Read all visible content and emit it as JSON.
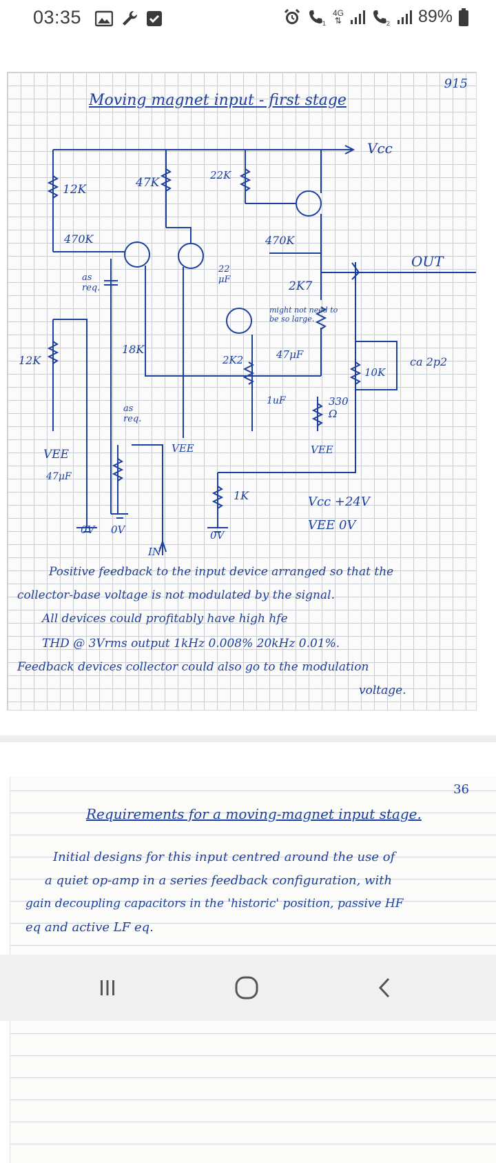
{
  "status_bar": {
    "time": "03:35",
    "network": "4G",
    "battery": "89%",
    "left_icons": [
      "gallery-icon",
      "wrench-icon",
      "checkbox-icon"
    ],
    "right_icons": [
      "alarm-icon",
      "call-sim1-icon",
      "signal-icon",
      "call-sim2-icon",
      "signal-icon",
      "battery-icon"
    ]
  },
  "schematic_page": {
    "page_number": "915",
    "title": "Moving magnet input - first stage",
    "labels": {
      "vcc": "Vcc",
      "out": "OUT",
      "in": "IN",
      "r_12k_top": "12K",
      "r_47k": "47K",
      "r_22k": "22K",
      "r_470k_left": "470K",
      "r_470k_right": "470K",
      "c_22uf": "22 μF",
      "r_2k7": "2K7",
      "r_18k": "18K",
      "r_12k_left": "12K",
      "r_2k2": "2K2",
      "c_47uf_mid": "47μF",
      "note_need_big": "might not need to be so large.",
      "r_10k": "10K",
      "c_2p2": "ca 2p2",
      "c_1uf": "1uF",
      "r_330": "330 Ω",
      "vee_left": "VEE",
      "vee_mid": "VEE",
      "vee_right": "VEE",
      "c_47uf_left": "47μF",
      "r_1k": "1K",
      "as_req_1": "as req.",
      "as_req_2": "as req.",
      "gnd_a1": "0V",
      "gnd_a2": "0V",
      "gnd_ov": "0V",
      "vcc_value": "Vcc  +24V",
      "vee_value": "VEE   0V"
    },
    "notes": [
      "Positive feedback to the input device arranged so that the",
      "collector-base voltage is not modulated by the signal.",
      "All devices could profitably have high hfe",
      "THD @ 3Vrms output     1kHz 0.008%   20kHz 0.01%.",
      "Feedback devices collector could also go to the modulation",
      "voltage."
    ]
  },
  "lined_page": {
    "page_number": "36",
    "title": "Requirements for a moving-magnet input stage.",
    "lines": [
      "Initial designs for this input centred around the use of",
      "a quiet op-amp in a series feedback configuration, with",
      "gain decoupling capacitors in the 'historic' position, passive HF",
      "eq and active LF eq."
    ]
  },
  "nav_bar": {
    "recents": "recents-icon",
    "home": "home-icon",
    "back": "back-icon"
  },
  "colors": {
    "ink": "#1b3f9e",
    "grid": "#c9ccd3",
    "statusText": "#3a3a3a",
    "navBar": "#f0f0f1"
  }
}
